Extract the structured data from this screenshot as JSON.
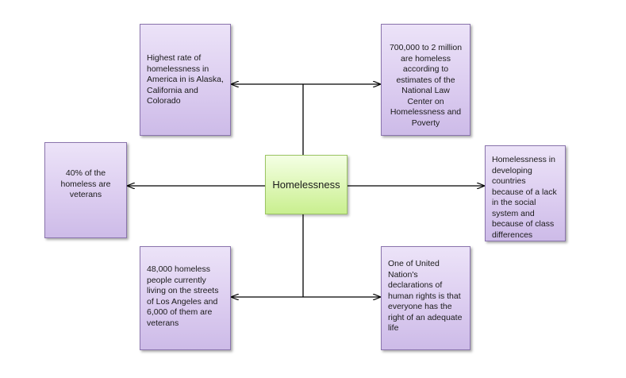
{
  "center": {
    "label": "Homelessness"
  },
  "nodes": {
    "top_left": "Highest rate of homelessness in America in is Alaska, California and Colorado",
    "top_right": "700,000 to 2 million are homeless according to estimates of the National Law Center on Homelessness and Poverty",
    "mid_left": "40% of the homeless are veterans",
    "mid_right": "Homelessness in developing countries because of a lack in the social system and because of class differences",
    "bottom_left": "48,000 homeless people currently living on the streets of Los Angeles and 6,000 of them are veterans",
    "bottom_right": "One of United Nation's declarations of human rights is that everyone has the right of an adequate life"
  },
  "colors": {
    "node_fill": "#dccdf0",
    "node_border": "#8a74ad",
    "center_fill": "#dff7b9",
    "center_border": "#9bc563",
    "connector": "#000000"
  }
}
